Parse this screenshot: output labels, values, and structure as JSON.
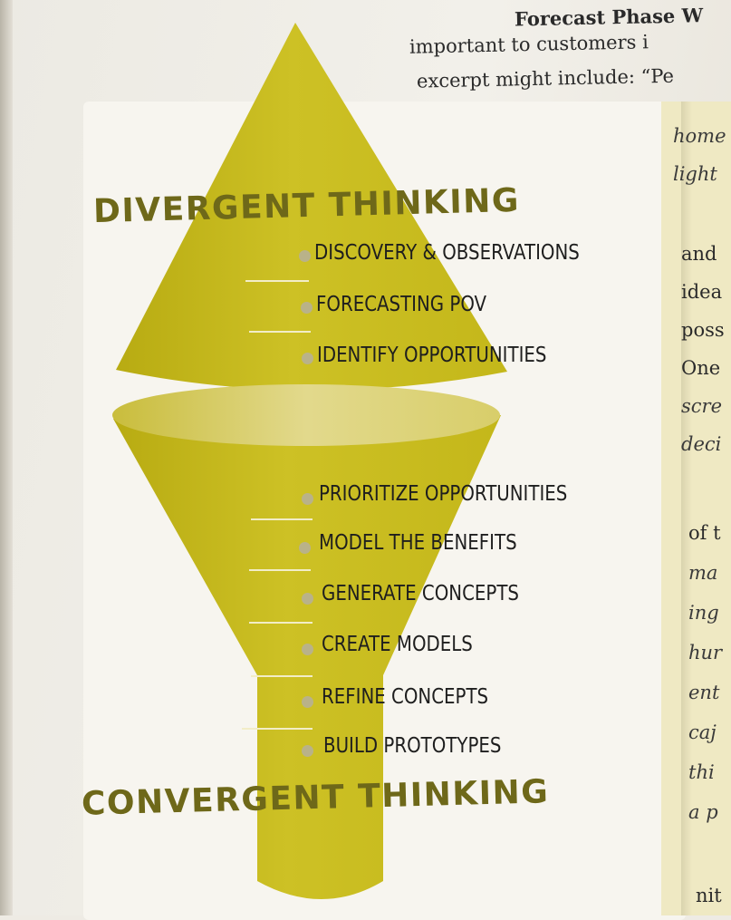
{
  "book_text": {
    "top_lines": [
      {
        "text": "Forecast Phase W",
        "style": "bold"
      },
      {
        "text": "important to customers i",
        "style": "normal"
      },
      {
        "text": "excerpt might include: “Pe",
        "style": "normal"
      }
    ],
    "right_column": [
      {
        "text": "home",
        "style": "italic"
      },
      {
        "text": "light",
        "style": "italic"
      },
      {
        "text": "and",
        "style": "normal"
      },
      {
        "text": "idea",
        "style": "normal"
      },
      {
        "text": "poss",
        "style": "normal"
      },
      {
        "text": "One",
        "style": "normal"
      },
      {
        "text": "scre",
        "style": "italic"
      },
      {
        "text": "deci",
        "style": "italic"
      },
      {
        "text": "of t",
        "style": "normal"
      },
      {
        "text": "ma",
        "style": "italic"
      },
      {
        "text": "ing",
        "style": "italic"
      },
      {
        "text": "hur",
        "style": "italic"
      },
      {
        "text": "ent",
        "style": "italic"
      },
      {
        "text": "caj",
        "style": "italic"
      },
      {
        "text": "thi",
        "style": "italic"
      },
      {
        "text": "a p",
        "style": "italic"
      },
      {
        "text": "nit",
        "style": "normal"
      }
    ]
  },
  "diagram": {
    "divergent_heading": "DIVERGENT THINKING",
    "convergent_heading": "CONVERGENT THINKING",
    "divergent_steps": [
      "DISCOVERY & OBSERVATIONS",
      "FORECASTING POV",
      "IDENTIFY OPPORTUNITIES"
    ],
    "convergent_steps": [
      "PRIORITIZE OPPORTUNITIES",
      "MODEL THE BENEFITS",
      "GENERATE CONCEPTS",
      "CREATE MODELS",
      "REFINE CONCEPTS",
      "BUILD PROTOTYPES"
    ]
  },
  "colors": {
    "cone_yellow": "#cbbe1d",
    "ellipse_tint": "#ddd27a",
    "heading_olive": "#6e6819",
    "bullet_dot": "#b9b289"
  }
}
